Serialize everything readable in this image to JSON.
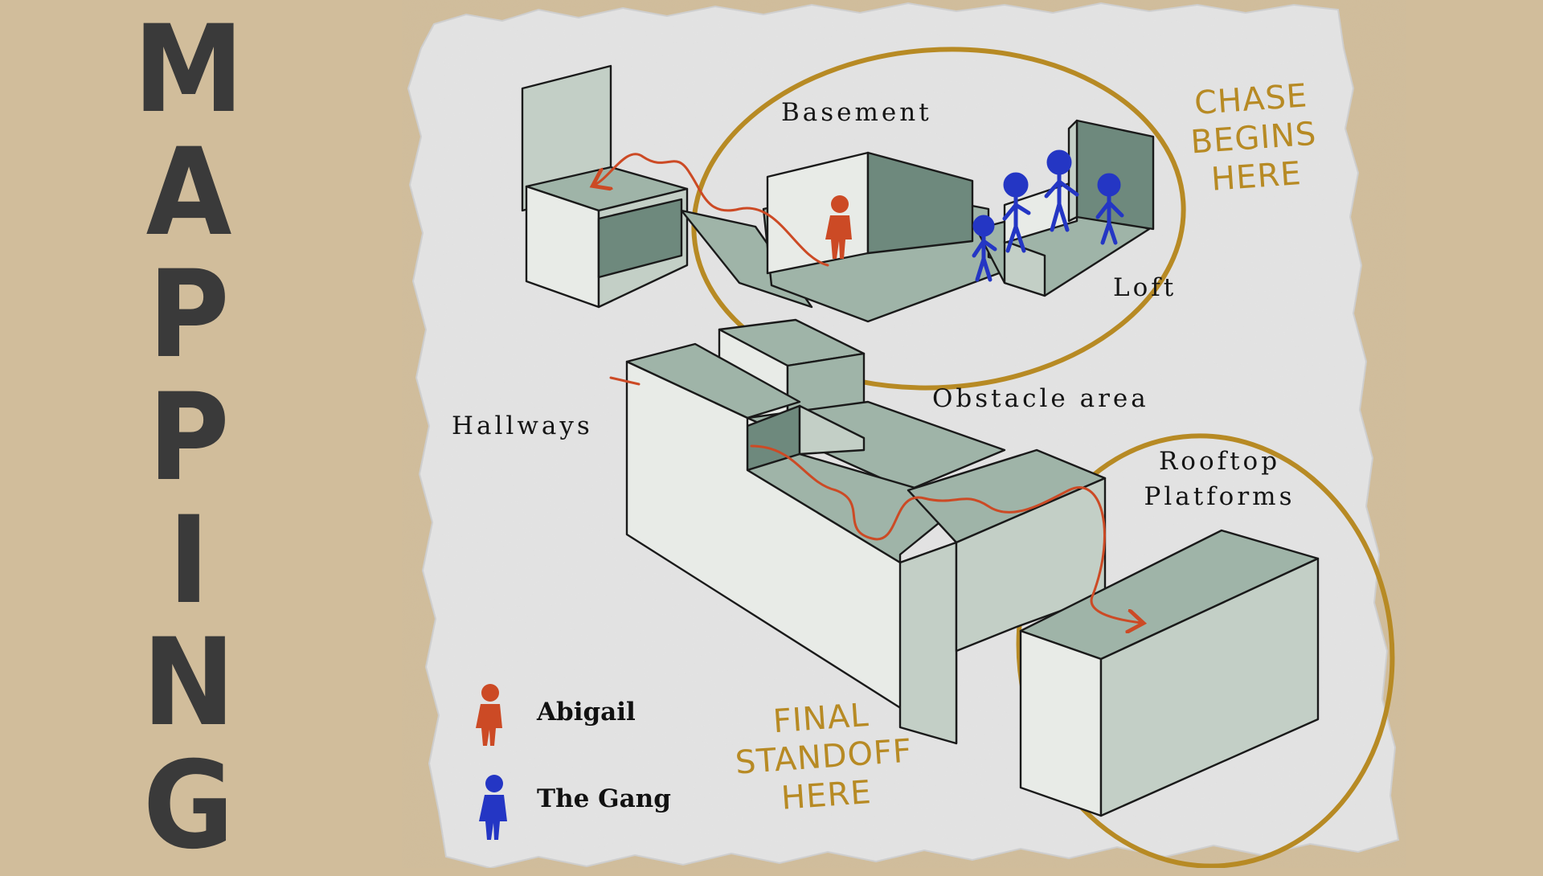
{
  "title_letters": [
    "M",
    "A",
    "P",
    "P",
    "I",
    "N",
    "G"
  ],
  "labels": {
    "basement": "Basement",
    "loft": "Loft",
    "hallways": "Hallways",
    "obstacle_area": "Obstacle area",
    "rooftop_line1": "Rooftop",
    "rooftop_line2": "Platforms"
  },
  "annotations": {
    "chase_line1": "CHASE",
    "chase_line2": "BEGINS",
    "chase_line3": "HERE",
    "final_line1": "FINAL",
    "final_line2": "STANDOFF",
    "final_line3": "HERE"
  },
  "legend": {
    "abigail": "Abigail",
    "gang": "The Gang"
  },
  "colors": {
    "background": "#d1bd9b",
    "paper": "#e3e3e3",
    "title": "#3a3a3a",
    "abigail": "#cc4a25",
    "gang": "#2436c4",
    "circle": "#b78a24",
    "block_light": "#e8ebe7",
    "block_mid": "#c3cfc6",
    "block_top": "#9fb4a8",
    "block_dark": "#6e897d"
  }
}
